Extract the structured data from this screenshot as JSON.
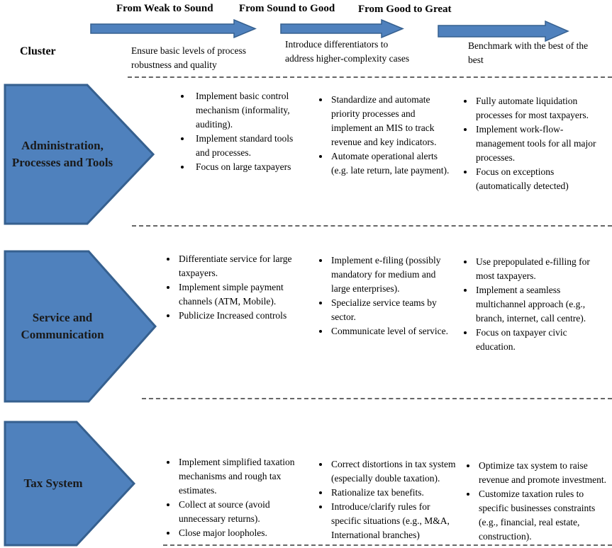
{
  "header": {
    "cluster_label": "Cluster",
    "phases": [
      {
        "title": "From Weak to Sound",
        "description": "Ensure basic levels of process robustness and quality"
      },
      {
        "title": "From Sound to Good",
        "description": "Introduce differentiators to address higher-complexity cases"
      },
      {
        "title": "From Good to Great",
        "description": "Benchmark with the best of the best"
      }
    ]
  },
  "clusters": [
    {
      "name": "Administration, Processes and Tools",
      "columns": [
        {
          "bullets": [
            "Implement basic control mechanism (informality, auditing).",
            "Implement standard tools and processes.",
            "Focus on large taxpayers"
          ]
        },
        {
          "bullets": [
            "Standardize and automate priority processes and implement an MIS to track revenue and key indicators.",
            "Automate operational alerts (e.g. late return, late payment)."
          ]
        },
        {
          "bullets": [
            "Fully automate liquidation processes for most taxpayers.",
            "Implement work-flow-management tools for all major processes.",
            "Focus on exceptions (automatically detected)"
          ]
        }
      ]
    },
    {
      "name": "Service and Communication",
      "columns": [
        {
          "bullets": [
            "Differentiate service for large taxpayers.",
            "Implement simple payment channels (ATM, Mobile).",
            "Publicize Increased controls"
          ]
        },
        {
          "bullets": [
            "Implement e-filing (possibly mandatory for medium and large enterprises).",
            "Specialize service teams by sector.",
            "Communicate level of service."
          ]
        },
        {
          "bullets": [
            "Use prepopulated e-filling for most taxpayers.",
            "Implement a seamless multichannel approach (e.g., branch, internet, call centre).",
            "Focus on taxpayer civic education."
          ]
        }
      ]
    },
    {
      "name": "Tax System",
      "columns": [
        {
          "bullets": [
            "Implement simplified taxation mechanisms and rough tax estimates.",
            "Collect at source (avoid unnecessary returns).",
            "Close major loopholes."
          ]
        },
        {
          "bullets": [
            "Correct distortions in tax system (especially double taxation).",
            "Rationalize tax benefits.",
            "Introduce/clarify rules for specific situations (e.g., M&A, International branches)"
          ]
        },
        {
          "bullets": [
            "Optimize tax system to raise revenue and promote investment.",
            "Customize taxation rules to specific businesses constraints (e.g., financial, real estate, construction)."
          ]
        }
      ]
    }
  ],
  "colors": {
    "arrow_fill": "#4f81bd",
    "arrow_border": "#36608f",
    "text": "#000000",
    "separator": "#666666"
  }
}
